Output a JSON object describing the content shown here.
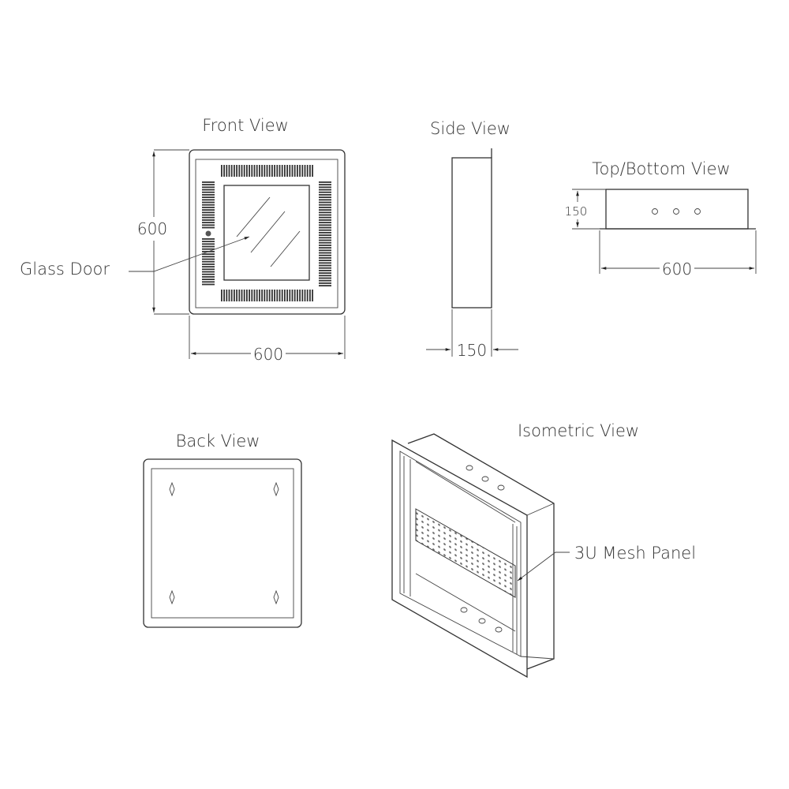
{
  "views": {
    "front": {
      "title": "Front View",
      "height_dim": "600",
      "width_dim": "600",
      "callout": "Glass Door"
    },
    "side": {
      "title": "Side View",
      "depth_dim": "150"
    },
    "top_bottom": {
      "title": "Top/Bottom View",
      "depth_dim": "150",
      "width_dim": "600"
    },
    "back": {
      "title": "Back View"
    },
    "isometric": {
      "title": "Isometric View",
      "callout": "3U Mesh Panel"
    }
  },
  "colors": {
    "line": "#333333",
    "background": "#ffffff"
  }
}
